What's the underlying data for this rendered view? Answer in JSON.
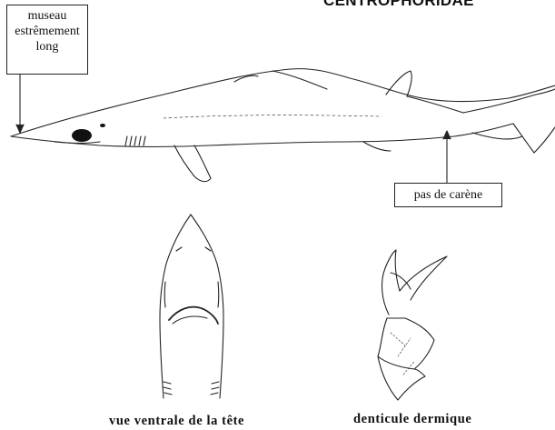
{
  "header": {
    "title": "CENTROPHORIDAE"
  },
  "callouts": {
    "snout": [
      "museau",
      "estrêmement",
      "long"
    ],
    "keel": "pas de carène"
  },
  "captions": {
    "head_ventral": "vue ventrale de la tête",
    "denticle": "denticule dermique"
  }
}
